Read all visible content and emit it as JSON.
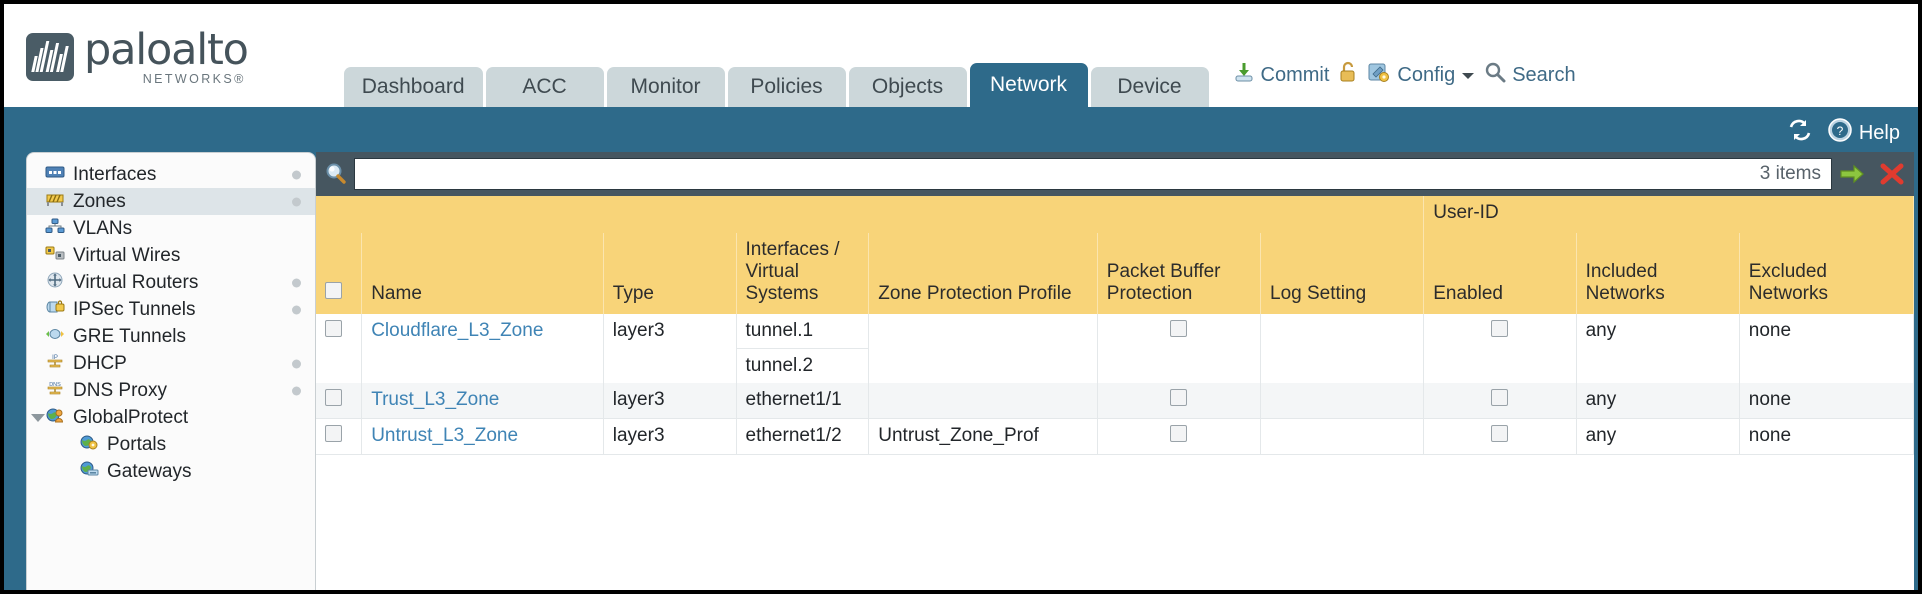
{
  "brand": {
    "name": "paloalto",
    "sub": "NETWORKS®"
  },
  "nav_tabs": [
    {
      "label": "Dashboard",
      "active": false
    },
    {
      "label": "ACC",
      "active": false
    },
    {
      "label": "Monitor",
      "active": false
    },
    {
      "label": "Policies",
      "active": false
    },
    {
      "label": "Objects",
      "active": false
    },
    {
      "label": "Network",
      "active": true
    },
    {
      "label": "Device",
      "active": false
    }
  ],
  "utilities": [
    {
      "label": "Commit",
      "icon": "commit-icon"
    },
    {
      "label": "",
      "icon": "lock-icon"
    },
    {
      "label": "Config",
      "icon": "config-icon",
      "caret": true
    },
    {
      "label": "Search",
      "icon": "search-icon"
    }
  ],
  "subheader": {
    "refresh_label": "refresh-icon",
    "help_label": "Help"
  },
  "sidebar": {
    "items": [
      {
        "label": "Interfaces",
        "icon": "interfaces-icon",
        "selected": false,
        "dot": true,
        "child": false
      },
      {
        "label": "Zones",
        "icon": "zones-icon",
        "selected": true,
        "dot": true,
        "child": false
      },
      {
        "label": "VLANs",
        "icon": "vlans-icon",
        "selected": false,
        "dot": false,
        "child": false
      },
      {
        "label": "Virtual Wires",
        "icon": "virtual-wires-icon",
        "selected": false,
        "dot": false,
        "child": false
      },
      {
        "label": "Virtual Routers",
        "icon": "virtual-routers-icon",
        "selected": false,
        "dot": true,
        "child": false
      },
      {
        "label": "IPSec Tunnels",
        "icon": "ipsec-tunnels-icon",
        "selected": false,
        "dot": true,
        "child": false
      },
      {
        "label": "GRE Tunnels",
        "icon": "gre-tunnels-icon",
        "selected": false,
        "dot": false,
        "child": false
      },
      {
        "label": "DHCP",
        "icon": "dhcp-icon",
        "selected": false,
        "dot": true,
        "child": false
      },
      {
        "label": "DNS Proxy",
        "icon": "dns-proxy-icon",
        "selected": false,
        "dot": true,
        "child": false
      },
      {
        "label": "GlobalProtect",
        "icon": "globalprotect-icon",
        "selected": false,
        "dot": false,
        "child": false,
        "expanded": true
      },
      {
        "label": "Portals",
        "icon": "portals-icon",
        "selected": false,
        "dot": false,
        "child": true
      },
      {
        "label": "Gateways",
        "icon": "gateways-icon",
        "selected": false,
        "dot": false,
        "child": true
      }
    ]
  },
  "search": {
    "value": "",
    "placeholder": "",
    "item_count": "3 items",
    "apply_icon": "apply-filter-icon",
    "clear_icon": "clear-filter-icon"
  },
  "table": {
    "group_header": {
      "label": "User-ID",
      "colspan": 3
    },
    "columns": [
      "Name",
      "Type",
      "Interfaces / Virtual Systems",
      "Zone Protection Profile",
      "Packet Buffer Protection",
      "Log Setting",
      "Enabled",
      "Included Networks",
      "Excluded Networks"
    ],
    "rows": [
      {
        "name": "Cloudflare_L3_Zone",
        "type": "layer3",
        "interfaces": [
          "tunnel.1",
          "tunnel.2"
        ],
        "zone_protection_profile": "",
        "packet_buffer_protection": false,
        "log_setting": "",
        "userid_enabled": false,
        "included_networks": "any",
        "excluded_networks": "none"
      },
      {
        "name": "Trust_L3_Zone",
        "type": "layer3",
        "interfaces": [
          "ethernet1/1"
        ],
        "zone_protection_profile": "",
        "packet_buffer_protection": false,
        "log_setting": "",
        "userid_enabled": false,
        "included_networks": "any",
        "excluded_networks": "none"
      },
      {
        "name": "Untrust_L3_Zone",
        "type": "layer3",
        "interfaces": [
          "ethernet1/2"
        ],
        "zone_protection_profile": "Untrust_Zone_Prof",
        "packet_buffer_protection": false,
        "log_setting": "",
        "userid_enabled": false,
        "included_networks": "any",
        "excluded_networks": "none"
      }
    ]
  },
  "colors": {
    "brand_blue": "#2e6a8a",
    "header_yellow": "#f8d479",
    "group_gold": "#ddab36",
    "link_blue": "#3f84b5",
    "toolbar_dark": "#465660"
  }
}
